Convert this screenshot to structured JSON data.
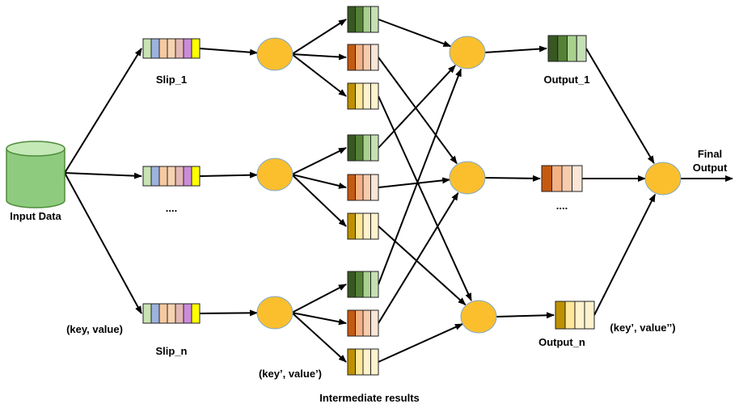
{
  "labels": {
    "input_data": "Input Data",
    "slip_1": "Slip_1",
    "slip_dots": "....",
    "slip_n": "Slip_n",
    "key_value": "(key, value)",
    "key_value_prime": "(key’, value’)",
    "intermediate_results": "Intermediate results",
    "output_1": "Output_1",
    "output_dots": "....",
    "output_n": "Output_n",
    "key_value_double_prime": "(key’, value’’)",
    "final_output_line1": "Final",
    "final_output_line2": "Output"
  },
  "colors": {
    "node_fill": "#FBBF2E",
    "node_stroke": "#7FA7C9",
    "cylinder_fill": "#8FCB7E",
    "cylinder_top": "#C5E8B7",
    "cylinder_stroke": "#4E8B3A",
    "edge": "#000000",
    "slip_segments": [
      "#C9E3B4",
      "#9DB3DD",
      "#F6C99F",
      "#F8D3B0",
      "#E3B7B4",
      "#CC8BDA",
      "#FFFF00"
    ],
    "green_block": [
      "#385723",
      "#548235",
      "#A9D18E",
      "#C5E0B4"
    ],
    "orange_block": [
      "#C55A11",
      "#F4B183",
      "#F8CBAD",
      "#FBE5D6"
    ],
    "gold_block": [
      "#BF9000",
      "#FFE699",
      "#FFF2CC",
      "#FFF2CC"
    ]
  }
}
